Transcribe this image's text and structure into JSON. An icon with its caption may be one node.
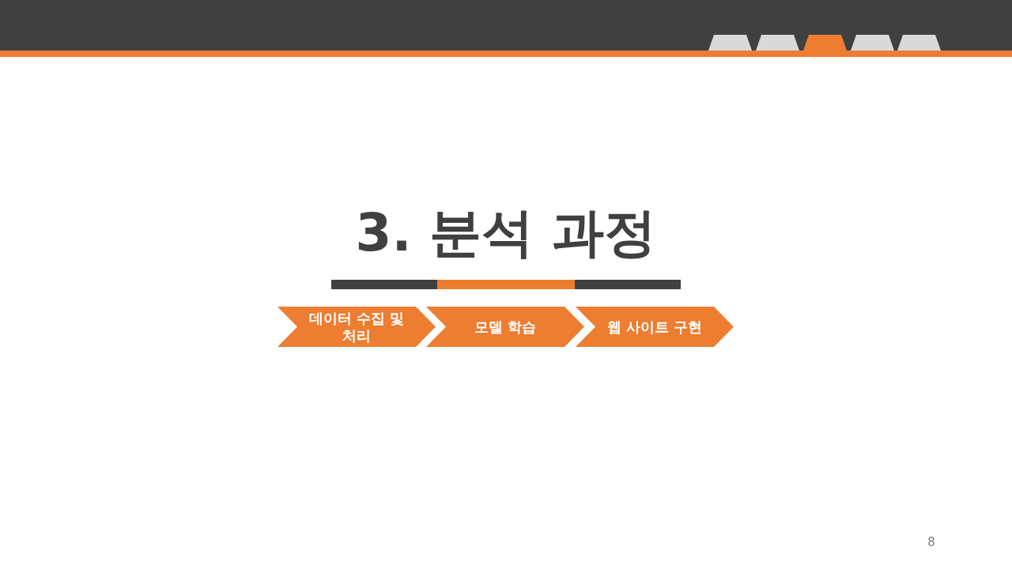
{
  "diagram": {
    "title": "3. 분석 과정",
    "nodes": [
      {
        "text": [
          "데이터 수집 및 처리"
        ]
      },
      {
        "text": [
          "모델 학습"
        ]
      },
      {
        "text": [
          "웹 사이트 구현"
        ]
      }
    ],
    "labels": [
      "8"
    ]
  }
}
